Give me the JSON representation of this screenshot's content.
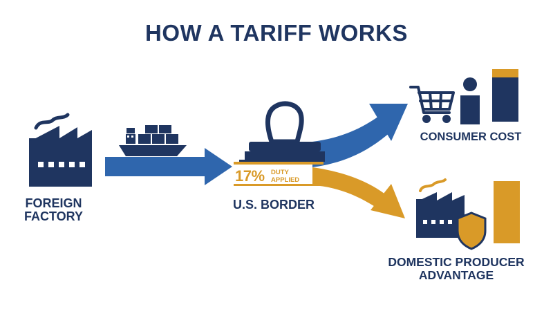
{
  "title": "HOW A TARIFF WORKS",
  "nodes": {
    "foreign_factory": {
      "line1": "FOREIGN",
      "line2": "FACTORY"
    },
    "border": {
      "label": "U.S. BORDER",
      "rate": "17%",
      "duty_line1": "DUTY",
      "duty_line2": "APPLIED"
    },
    "consumer": {
      "label": "CONSUMER COST"
    },
    "domestic": {
      "line1": "DOMESTIC PRODUCER",
      "line2": "ADVANTAGE"
    }
  },
  "colors": {
    "navy": "#1f3560",
    "blue": "#2f66ad",
    "gold": "#d99a28"
  },
  "icons": [
    "factory-icon",
    "cargo-ship-icon",
    "stamp-icon",
    "shopping-cart-icon",
    "person-icon",
    "shield-icon"
  ]
}
